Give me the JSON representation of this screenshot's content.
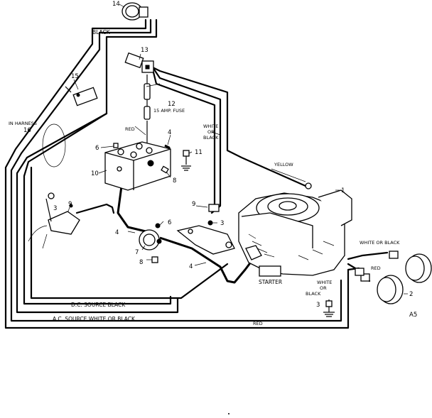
{
  "labels": {
    "black_top": "BLACK",
    "in_harness": "IN HARNESS",
    "in_harness_num": "16",
    "fuse": "15 AMP. FUSE",
    "red_fuse": "RED",
    "white_or_black_1": "WHITE",
    "white_or_black_2": "OR",
    "white_or_black_3": "BLACK",
    "yellow": "YELLOW",
    "white_or_black_right": "WHITE OR BLACK",
    "red_right": "RED",
    "starter": "STARTER",
    "white_or_black_low_1": "WHITE",
    "white_or_black_low_2": "OR",
    "white_or_black_low_3": "BLACK",
    "dc_source": "D.C. SOURCE   BLACK",
    "ac_source": "A.C. SOURCE   WHITE OR BLACK",
    "red_bottom": "RED",
    "figure_id": "A5"
  },
  "part_numbers": {
    "p1": "1",
    "p2": "2",
    "p3a": "3",
    "p3b": "3",
    "p3c": "3",
    "p4a": "4",
    "p4b": "4",
    "p4c": "4",
    "p6a": "6",
    "p6b": "6",
    "p7": "7",
    "p8a": "8",
    "p8b": "8",
    "p9a": "9",
    "p9b": "9",
    "p10": "10",
    "p11": "11",
    "p12": "12",
    "p13": "13",
    "p14": "14",
    "p15": "15"
  }
}
